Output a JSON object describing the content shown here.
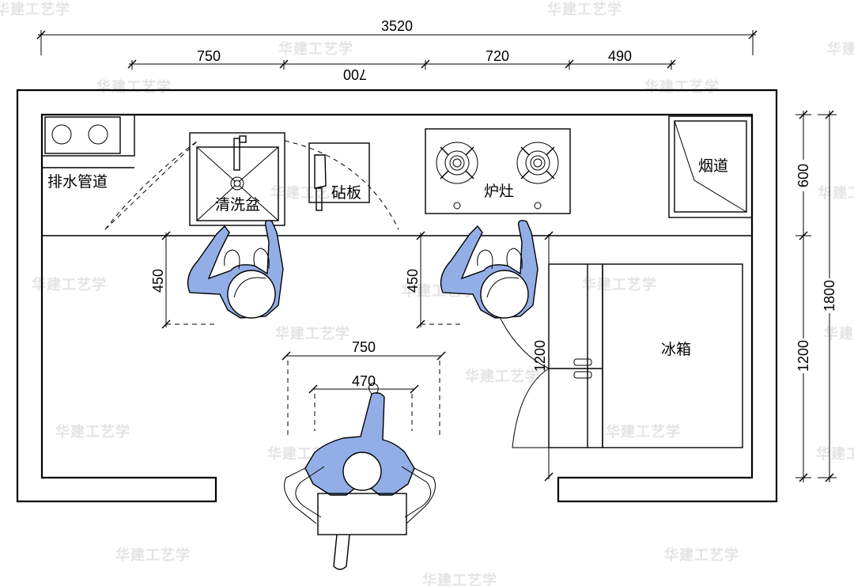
{
  "dimensions": {
    "total_width": "3520",
    "seg_750": "750",
    "seg_720": "720",
    "seg_490": "490",
    "seg_700": "700",
    "depth_600": "600",
    "depth_1200": "1200",
    "depth_1800": "1800",
    "clear_450_left": "450",
    "clear_450_right": "450",
    "person_750": "750",
    "person_470": "470",
    "fridge_1200": "1200"
  },
  "labels": {
    "drain_pipe": "排水管道",
    "sink": "清洗盆",
    "cutting_board": "砧板",
    "stove": "炉灶",
    "flue": "烟道",
    "fridge": "冰箱"
  },
  "watermark": "华建工艺学",
  "colors": {
    "person_fill": "#93aee6",
    "watermark": "#e4e4e4"
  }
}
